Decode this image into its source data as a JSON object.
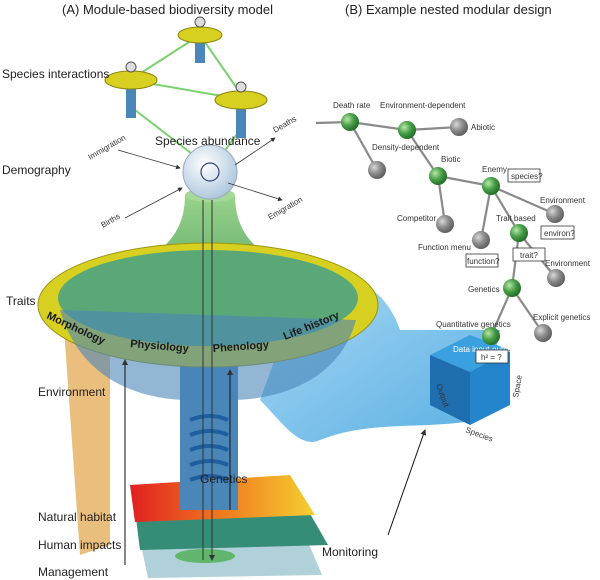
{
  "panel_a": {
    "title": "(A) Module-based biodiversity model",
    "levels": [
      "Species interactions",
      "Demography",
      "Traits",
      "Environment",
      "Natural habitat",
      "Human impacts",
      "Management"
    ],
    "species_abundance": "Species abundance",
    "flows": {
      "immigration": "Immigration",
      "deaths": "Deaths",
      "births": "Births",
      "emigration": "Emigration"
    },
    "trait_ring": [
      "Morphology",
      "Physiology",
      "Phenology",
      "Life history"
    ],
    "genetics": "Genetics",
    "monitoring": "Monitoring",
    "cube": {
      "title": "Data input-output cube",
      "axes": [
        "Output",
        "Species",
        "Space"
      ]
    }
  },
  "panel_b": {
    "title": "(B) Example nested modular design",
    "nodes": [
      {
        "label": "Death rate",
        "color": "green"
      },
      {
        "label": "Environment-dependent",
        "color": "green"
      },
      {
        "label": "Abiotic",
        "color": "grey"
      },
      {
        "label": "Density-dependent",
        "color": "grey"
      },
      {
        "label": "Biotic",
        "color": "green"
      },
      {
        "label": "Enemy",
        "color": "green"
      },
      {
        "label": "Competitor",
        "color": "grey"
      },
      {
        "label": "Function menu",
        "color": "grey"
      },
      {
        "label": "Trait based",
        "color": "green"
      },
      {
        "label": "Environment",
        "color": "grey"
      },
      {
        "label": "Genetics",
        "color": "green"
      },
      {
        "label": "Environment",
        "color": "grey"
      },
      {
        "label": "Quantitative genetics",
        "color": "green"
      },
      {
        "label": "Explicit genetics",
        "color": "grey"
      }
    ],
    "boxes": [
      "species?",
      "environ?",
      "function?",
      "trait?",
      "h² = ?"
    ]
  },
  "colors": {
    "node_green": "#4aa04a",
    "node_grey": "#8c8c8c",
    "ring_yellow": "#d8d020",
    "funnel_green": "#6fb86a",
    "cube_blue": "#1f7fc4",
    "sheet_blue": "#6ab8e6"
  }
}
